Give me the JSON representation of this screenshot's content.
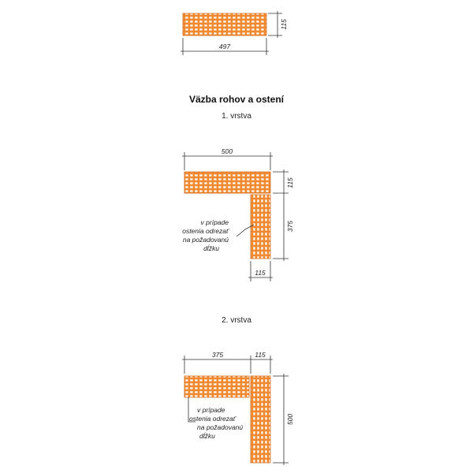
{
  "colors": {
    "brick": "#f0892f",
    "brick_edge": "#d46a1a",
    "hole": "#ffffff"
  },
  "top_block": {
    "length_label": "497",
    "height_label": "115"
  },
  "heading": {
    "title": "Väzba rohov a ostení",
    "layer1": "1. vrstva",
    "layer2": "2. vrstva"
  },
  "layer1": {
    "length_label": "500",
    "thickness_right": "115",
    "side_label": "375",
    "bottom_label": "115",
    "note_lines": [
      "v prípade",
      "ostenia odrezať",
      "na požadovanú",
      "dĺžku"
    ]
  },
  "layer2": {
    "left_label": "375",
    "right_label": "115",
    "side_label": "500",
    "note_lines": [
      "v prípade",
      "ostenia odrezať",
      "na požadovanú",
      "dĺžku"
    ]
  }
}
